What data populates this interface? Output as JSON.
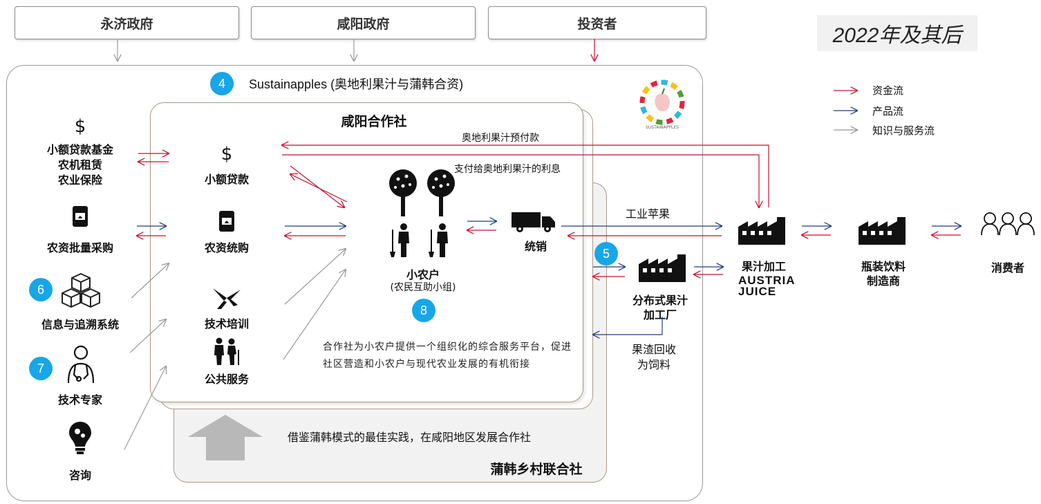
{
  "top": {
    "yongji": "永济政府",
    "xianyang": "咸阳政府",
    "investors": "投资者"
  },
  "year": "2022年及其后",
  "legend": [
    {
      "label": "资金流",
      "color": "#c8102e"
    },
    {
      "label": "产品流",
      "color": "#1f3f7a"
    },
    {
      "label": "知识与服务流",
      "color": "#9a9a9a"
    }
  ],
  "jv": {
    "badge": "4",
    "title": "Sustainapples (奥地利果汁与蒲韩合资)",
    "logo_text": "SUSTAINAPPLES"
  },
  "left": {
    "finance_symbol": "$",
    "finance_lines": [
      "小额贷款基金",
      "农机租赁",
      "农业保险"
    ],
    "inputs": "农资批量采购",
    "info_badge": "6",
    "info": "信息与追溯系统",
    "expert_badge": "7",
    "expert": "技术专家",
    "consult": "咨询"
  },
  "coop": {
    "title": "咸阳合作社",
    "microloan_symbol": "$",
    "microloan": "小额贷款",
    "inputs": "农资统购",
    "training": "技术培训",
    "public": "公共服务",
    "farmer_title": "小农户",
    "farmer_sub": "(农民互助小组)",
    "farmer_badge": "8",
    "marketing": "统销",
    "prepay": "奥地利果汁预付款",
    "interest": "支付给奥地利果汁的利息",
    "desc": "合作社为小农户提供一个组织化的综合服务平台，促进社区营造和小农户与现代农业发展的有机衔接"
  },
  "puhan": {
    "arrow_text": "借鉴蒲韩模式的最佳实践，在咸阳地区发展合作社",
    "title": "蒲韩乡村联合社"
  },
  "right": {
    "industrial_apples": "工业苹果",
    "dist_badge": "5",
    "dist_lines": [
      "分布式果汁",
      "加工厂"
    ],
    "pomace_lines": [
      "果渣回收",
      "为饲料"
    ],
    "juice": "果汁加工",
    "austria_lines": [
      "AUSTRIA",
      "JUICE"
    ],
    "bottler_lines": [
      "瓶装饮料",
      "制造商"
    ],
    "consumers": "消费者"
  }
}
